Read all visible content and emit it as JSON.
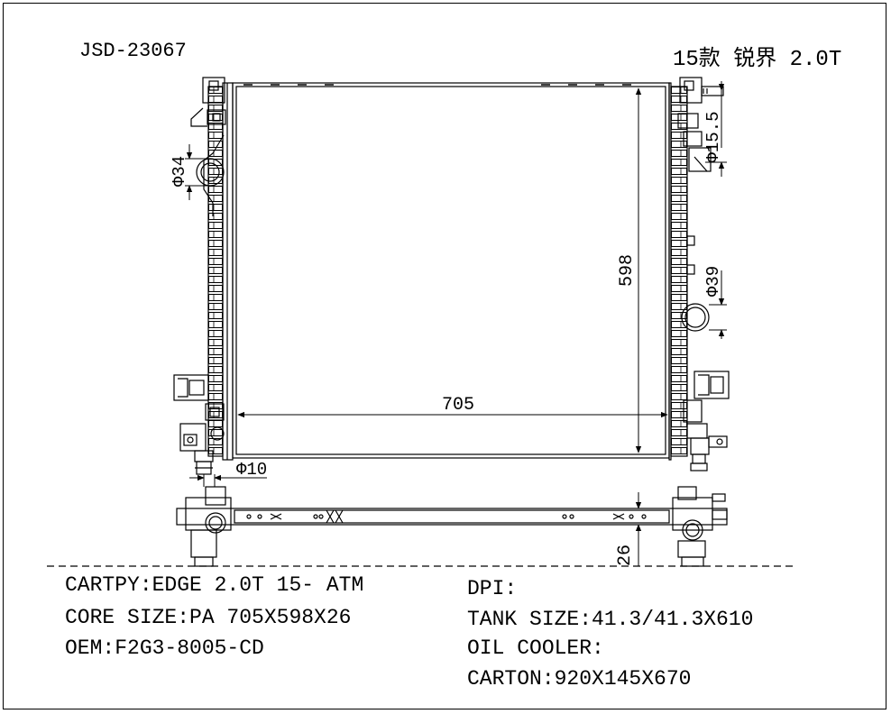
{
  "header": {
    "part_code": "JSD-23067",
    "model": "15款 锐界 2.0T"
  },
  "dimensions": {
    "width": "705",
    "height": "598",
    "depth": "26",
    "inlet_diameter": "Φ34",
    "outlet_diameter": "Φ39",
    "port_top_right": "Φ15.5",
    "port_bottom_left": "Φ10"
  },
  "specs": {
    "left": [
      "CARTPY:EDGE 2.0T 15- ATM",
      "CORE SIZE:PA 705X598X26",
      "OEM:F2G3-8005-CD"
    ],
    "right": [
      "DPI:",
      "TANK SIZE:41.3/41.3X610",
      "OIL COOLER:",
      "CARTON:920X145X670"
    ]
  },
  "colors": {
    "line": "#000000",
    "background": "#ffffff"
  }
}
